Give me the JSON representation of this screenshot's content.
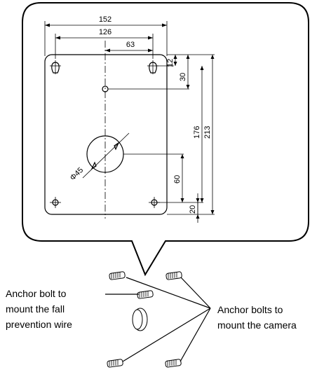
{
  "dimensions": {
    "width_152": "152",
    "width_126": "126",
    "width_63": "63",
    "height_12": "12",
    "height_30": "30",
    "height_176": "176",
    "height_213": "213",
    "height_60": "60",
    "height_20": "20",
    "hole_diameter": "Φ45"
  },
  "callouts": {
    "fall_wire_line1": "Anchor bolt to",
    "fall_wire_line2": "mount the fall",
    "fall_wire_line3": "prevention wire",
    "camera_line1": "Anchor bolts to",
    "camera_line2": "mount the camera"
  }
}
